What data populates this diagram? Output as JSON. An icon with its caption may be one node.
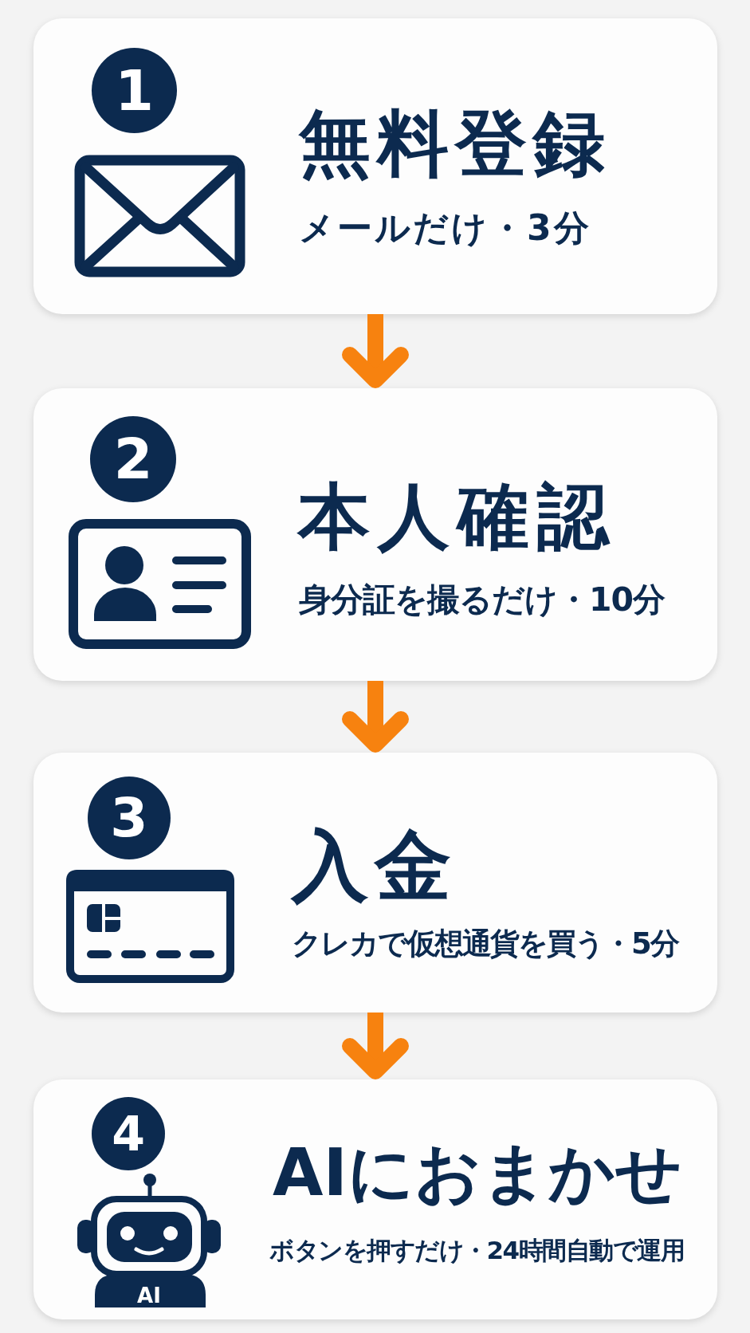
{
  "diagram": {
    "nodes": [
      {
        "text": [
          "無料登録",
          "メールだけ・3分"
        ]
      },
      {
        "text": [
          "1"
        ],
        "in": 0
      },
      {
        "text": [
          "本人確認",
          "身分証を撮るだけ・10分"
        ]
      },
      {
        "text": [
          "2"
        ],
        "in": 2
      },
      {
        "text": [
          "入金",
          "クレカで仮想通貨を買う・5分"
        ]
      },
      {
        "text": [
          "3"
        ],
        "in": 4
      },
      {
        "text": [
          "AIにおまかせ",
          "ボタンを押すだけ・24時間自動で運用"
        ]
      },
      {
        "text": [
          "4"
        ],
        "in": 6
      }
    ],
    "edges": [
      {
        "from": 0,
        "to": 2,
        "arrow": "to"
      },
      {
        "from": 2,
        "to": 4,
        "arrow": "to"
      },
      {
        "from": 4,
        "to": 6,
        "arrow": "to"
      }
    ],
    "labels": [
      "AI"
    ]
  }
}
